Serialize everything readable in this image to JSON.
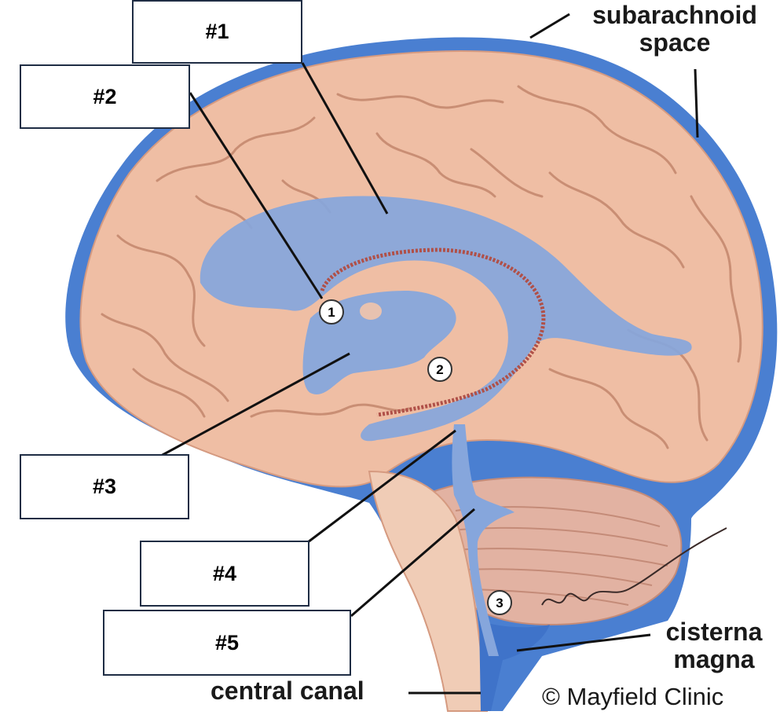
{
  "labels": {
    "box1": "#1",
    "box2": "#2",
    "box3": "#3",
    "box4": "#4",
    "box5": "#5"
  },
  "markers": {
    "m1": "1",
    "m2": "2",
    "m3": "3"
  },
  "annotations": {
    "subarachnoid_line1": "subarachnoid",
    "subarachnoid_line2": "space",
    "cisterna_line1": "cisterna",
    "cisterna_line2": "magna",
    "central_canal": "central canal",
    "copyright": "© Mayfield Clinic"
  },
  "colors": {
    "brain": "#efbea4",
    "gyrus_line": "#c98e74",
    "csf_blue": "#4a7fd1",
    "ventricle": "#86a6dc",
    "choroid": "#b05048",
    "cerebellum": "#e2b2a2",
    "brainstem": "#f0ccb6"
  }
}
